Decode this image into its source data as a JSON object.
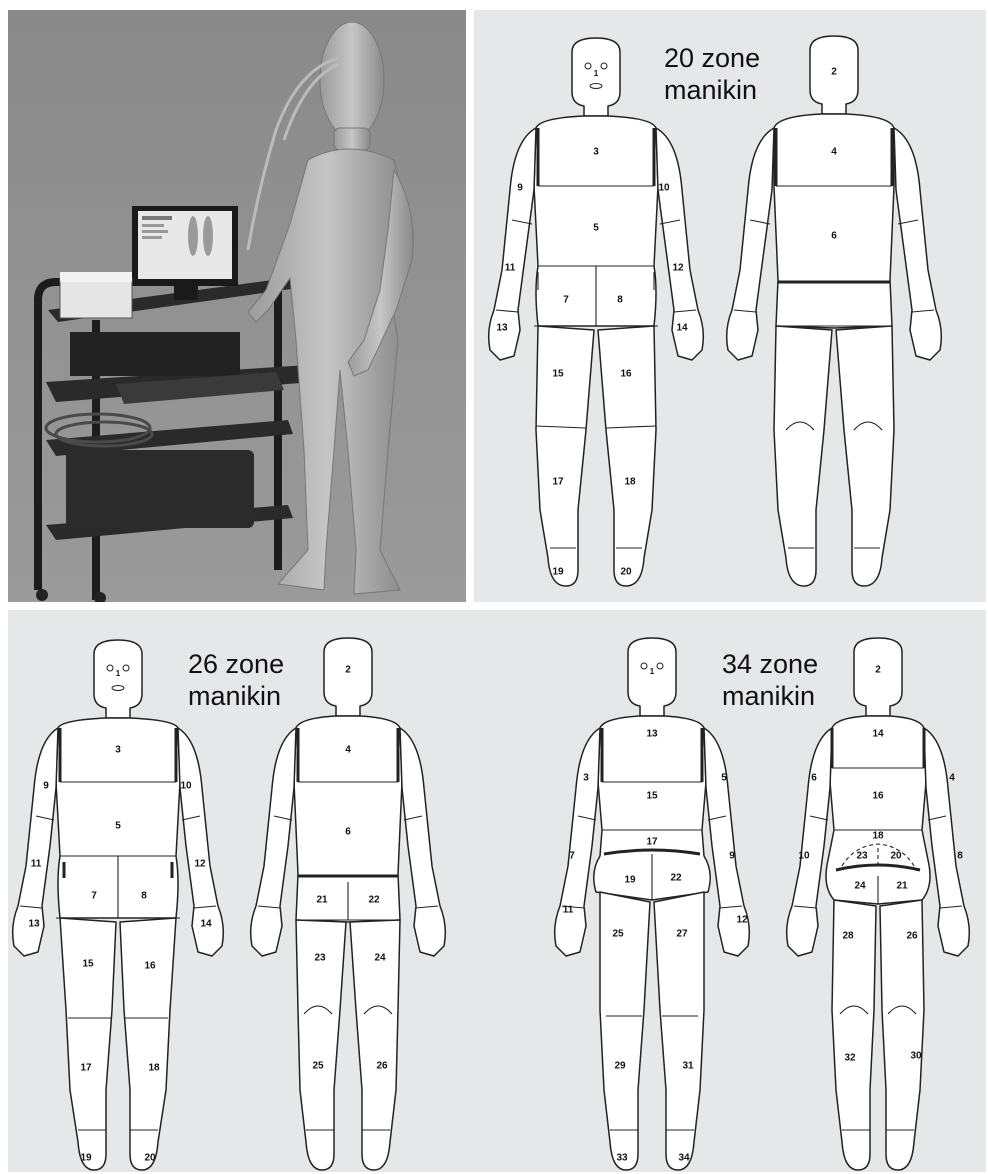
{
  "colors": {
    "panel_bg": "#e6e7e9",
    "photo_bg": "#8e8e8e",
    "manikin_fill": "#ffffff",
    "outline": "#222222"
  },
  "photo": {
    "description_icon": "thermal-manikin-photo-icon"
  },
  "panels": [
    {
      "title_line1": "20 zone",
      "title_line2": "manikin",
      "front": [
        "3",
        "5",
        "9",
        "10",
        "11",
        "12",
        "7",
        "8",
        "13",
        "14",
        "15",
        "16",
        "17",
        "18",
        "19",
        "20"
      ],
      "back": [
        "2",
        "4",
        "6"
      ]
    },
    {
      "title_line1": "26 zone",
      "title_line2": "manikin",
      "front": [
        "3",
        "5",
        "9",
        "10",
        "11",
        "12",
        "7",
        "8",
        "13",
        "14",
        "15",
        "16",
        "17",
        "18",
        "19",
        "20"
      ],
      "back": [
        "2",
        "4",
        "6",
        "21",
        "22",
        "23",
        "24",
        "25",
        "26"
      ]
    },
    {
      "title_line1": "34 zone",
      "title_line2": "manikin",
      "front": [
        "1",
        "13",
        "15",
        "17",
        "3",
        "5",
        "7",
        "9",
        "19",
        "22",
        "11",
        "12",
        "25",
        "27",
        "29",
        "31",
        "33",
        "34"
      ],
      "back": [
        "2",
        "14",
        "16",
        "18",
        "6",
        "4",
        "10",
        "8",
        "23",
        "20",
        "24",
        "21",
        "28",
        "26",
        "32",
        "30"
      ]
    }
  ]
}
